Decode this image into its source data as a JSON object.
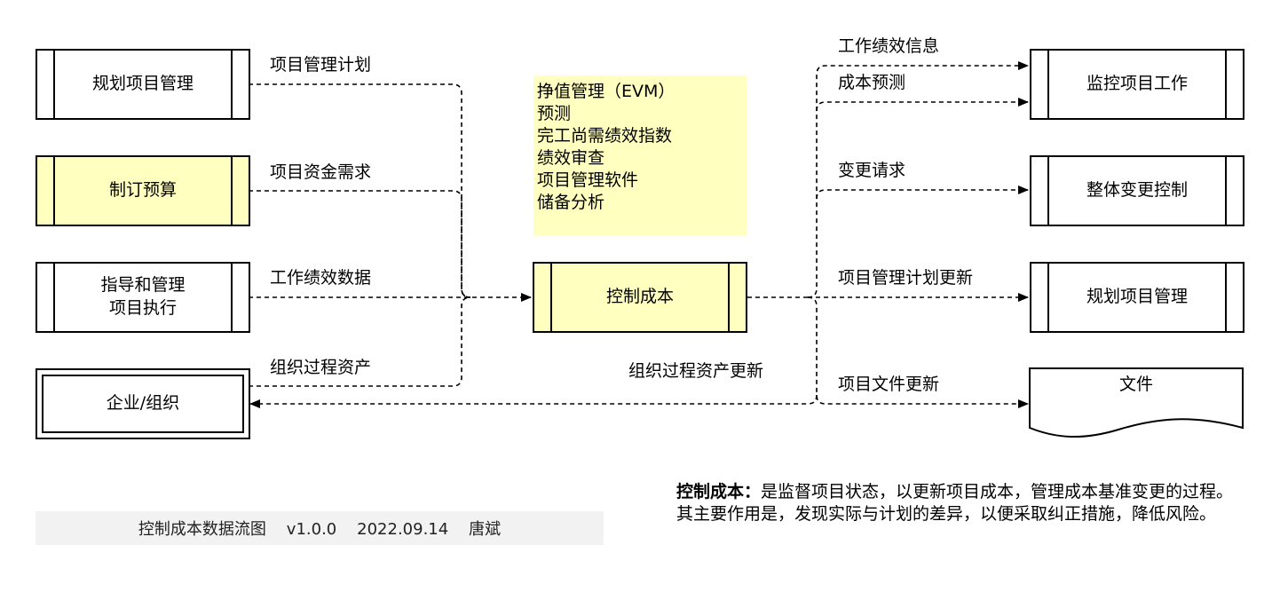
{
  "inputs": [
    {
      "name": "规划项目管理",
      "flow": "项目管理计划"
    },
    {
      "name": "制订预算",
      "flow": "项目资金需求"
    },
    {
      "name": "指导和管理\n项目执行",
      "flow": "工作绩效数据"
    },
    {
      "name": "企业/组织",
      "flow": "组织过程资产"
    }
  ],
  "center": {
    "name": "控制成本"
  },
  "tools": [
    "挣值管理（EVM）",
    "预测",
    "完工尚需绩效指数",
    "绩效审查",
    "项目管理软件",
    "储备分析"
  ],
  "outputs": [
    {
      "name": "监控项目工作",
      "flows": [
        "工作绩效信息",
        "成本预测"
      ]
    },
    {
      "name": "整体变更控制",
      "flows": [
        "变更请求"
      ]
    },
    {
      "name": "规划项目管理",
      "flows": [
        "项目管理计划更新"
      ]
    },
    {
      "name": "文件",
      "flows": [
        "项目文件更新"
      ]
    }
  ],
  "back_flow": "组织过程资产更新",
  "footer": "控制成本数据流图    v1.0.0    2022.09.14    唐斌",
  "description": {
    "title": "控制成本：",
    "text": "是监督项目状态，以更新项目成本，管理成本基准变更的过程。其主要作用是，发现实际与计划的差异，以便采取纠正措施，降低风险。"
  },
  "colors": {
    "highlight": "#ffffc0",
    "line": "#000000"
  }
}
